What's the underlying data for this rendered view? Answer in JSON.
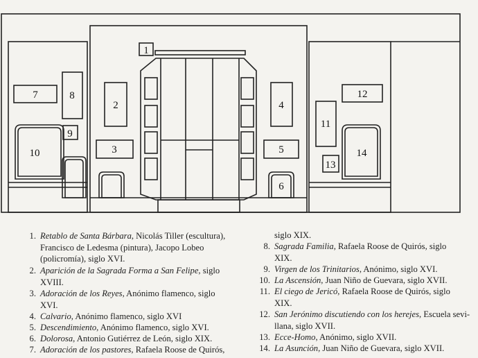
{
  "diagram": {
    "labels": [
      "1",
      "2",
      "3",
      "4",
      "5",
      "6",
      "7",
      "8",
      "9",
      "10",
      "11",
      "12",
      "13",
      "14"
    ]
  },
  "legend": [
    {
      "num": "1.",
      "lines": [
        {
          "title": "Retablo de Santa Bárbara",
          "rest": ", Nicolás Tiller (escultura),"
        },
        {
          "rest": "Francisco de Ledesma (pintura), Jacopo Lobeo"
        },
        {
          "rest": "(policromía), siglo XVI."
        }
      ]
    },
    {
      "num": "2.",
      "lines": [
        {
          "title": "Aparición de la Sagrada Forma a San Felipe",
          "rest": ", siglo"
        },
        {
          "rest": "XVIII."
        }
      ]
    },
    {
      "num": "3.",
      "lines": [
        {
          "title": "Adoración de los Reyes",
          "rest": ", Anónimo flamenco, siglo"
        },
        {
          "rest": "XVI."
        }
      ]
    },
    {
      "num": "4.",
      "lines": [
        {
          "title": "Calvario",
          "rest": ", Anónimo flamenco, siglo XVI"
        }
      ]
    },
    {
      "num": "5.",
      "lines": [
        {
          "title": "Descendimiento",
          "rest": ", Anónimo flamenco, siglo XVI."
        }
      ]
    },
    {
      "num": "6.",
      "lines": [
        {
          "title": "Dolorosa",
          "rest": ", Antonio Gutiérrez de León, siglo XIX."
        }
      ]
    },
    {
      "num": "7.",
      "lines": [
        {
          "title": "Adoración de los pastores",
          "rest": ", Rafaela Roose de Quirós,"
        },
        {
          "rest": "siglo XIX."
        }
      ]
    },
    {
      "num": "8.",
      "lines": [
        {
          "title": "Sagrada Familia",
          "rest": ", Rafaela Roose de Quirós, siglo"
        },
        {
          "rest": "XIX."
        }
      ]
    },
    {
      "num": "9.",
      "lines": [
        {
          "title": "Virgen de los Trinitarios",
          "rest": ", Anónimo, siglo XVI."
        }
      ]
    },
    {
      "num": "10.",
      "lines": [
        {
          "title": "La Ascensión",
          "rest": ", Juan Niño de Guevara, siglo XVII."
        }
      ]
    },
    {
      "num": "11.",
      "lines": [
        {
          "title": "El ciego de Jericó",
          "rest": ", Rafaela Roose de Quirós, siglo"
        },
        {
          "rest": "XIX."
        }
      ]
    },
    {
      "num": "12.",
      "lines": [
        {
          "title": "San Jerónimo discutiendo con los herejes",
          "rest": ", Escuela sevi-"
        },
        {
          "rest": "llana, siglo XVII."
        }
      ]
    },
    {
      "num": "13.",
      "lines": [
        {
          "title": "Ecce-Homo",
          "rest": ", Anónimo, siglo XVII."
        }
      ]
    },
    {
      "num": "14.",
      "lines": [
        {
          "title": "La Asunción",
          "rest": ", Juan Niño de Guevara, siglo XVII."
        }
      ]
    }
  ]
}
